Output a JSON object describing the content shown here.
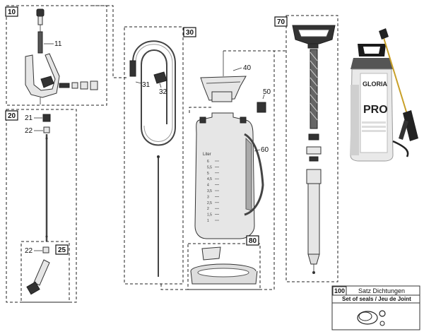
{
  "groups": [
    {
      "id": "10"
    },
    {
      "id": "20"
    },
    {
      "id": "25"
    },
    {
      "id": "30"
    },
    {
      "id": "70"
    },
    {
      "id": "80"
    },
    {
      "id": "100"
    }
  ],
  "parts": {
    "p11": "11",
    "p21": "21",
    "p22a": "22",
    "p22b": "22",
    "p31": "31",
    "p32": "32",
    "p40": "40",
    "p50": "50",
    "p60": "60"
  },
  "tank": {
    "unit": "Liter",
    "scale": [
      "6",
      "5,5",
      "5",
      "4,5",
      "4",
      "3,5",
      "3",
      "2,5",
      "2",
      "1,5",
      "1"
    ]
  },
  "product": {
    "brand": "GLORIA",
    "model": "PRO"
  },
  "seal_legend": {
    "number": "100",
    "title": "Satz Dichtungen",
    "subtitle": "Set of seals / Jeu de Joint"
  }
}
